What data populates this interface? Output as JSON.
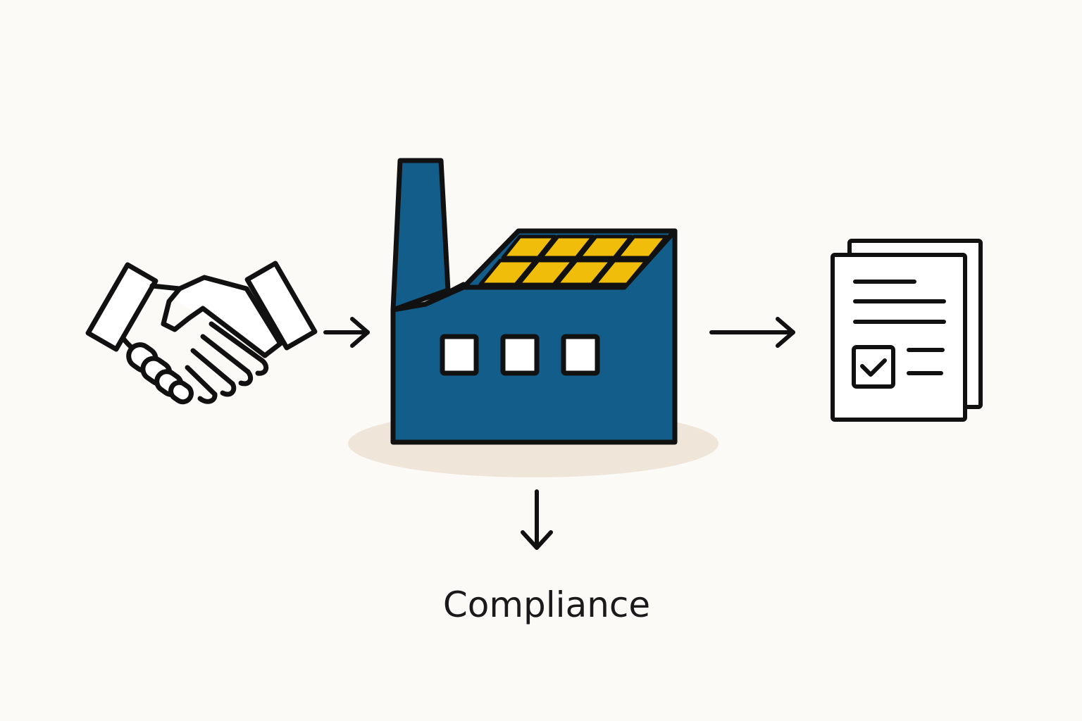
{
  "diagram": {
    "nodes": [
      {
        "id": "agreement",
        "icon": "handshake-icon"
      },
      {
        "id": "factory",
        "icon": "factory-icon"
      },
      {
        "id": "documents",
        "icon": "document-checklist-icon"
      }
    ],
    "edges": [
      {
        "from": "agreement",
        "to": "factory"
      },
      {
        "from": "factory",
        "to": "documents"
      },
      {
        "from": "factory",
        "to": "compliance"
      }
    ],
    "compliance_label": "Compliance"
  },
  "colors": {
    "background": "#fbfaf6",
    "factory_body": "#135d8a",
    "solar_panel": "#f0bd0a",
    "outline": "#111111",
    "shadow": "#efe5d8"
  }
}
